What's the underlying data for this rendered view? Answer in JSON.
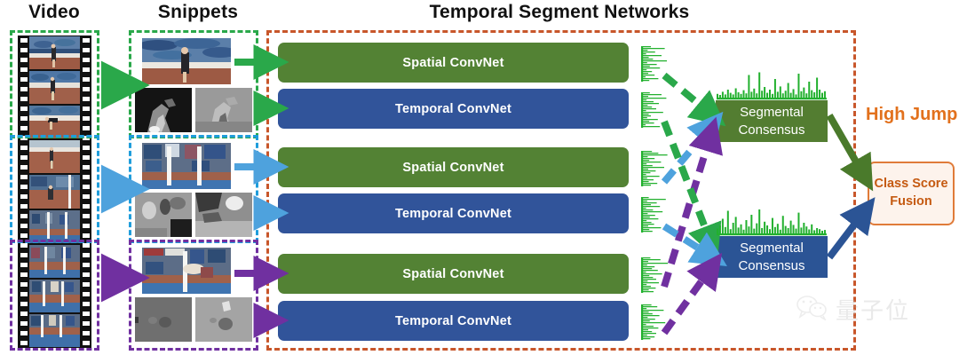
{
  "figure": {
    "titles": {
      "video": "Video",
      "snippets": "Snippets",
      "network": "Temporal Segment Networks"
    },
    "prediction_label": "High Jump",
    "fusion_box": "Class Score\nFusion",
    "fusion_line1": "Class Score",
    "fusion_line2": "Fusion"
  },
  "colors": {
    "segment_green": "#2aa84a",
    "segment_blue": "#1f9ddb",
    "segment_purple": "#7030a0",
    "spatial_convnet": "#538234",
    "temporal_convnet": "#31549a",
    "consensus_green": "#537d31",
    "consensus_blue": "#2b5495",
    "frame_orange": "#c8562a",
    "fusion_border": "#e07b39",
    "fusion_text": "#c55a11",
    "prediction_text": "#e2711d",
    "histogram_green": "#22b02e"
  },
  "segments": [
    {
      "id": "segment-1",
      "color_name": "green",
      "snippet_rgb_alt": "athlete running on track, RGB frame",
      "snippet_flow_alt": [
        "optical flow x",
        "optical flow y"
      ],
      "streams": [
        {
          "name": "spatial",
          "label": "Spatial ConvNet"
        },
        {
          "name": "temporal",
          "label": "Temporal ConvNet"
        }
      ]
    },
    {
      "id": "segment-2",
      "color_name": "blue",
      "snippet_rgb_alt": "athlete approaching high-jump bar, RGB frame",
      "snippet_flow_alt": [
        "optical flow x",
        "optical flow y"
      ],
      "streams": [
        {
          "name": "spatial",
          "label": "Spatial ConvNet"
        },
        {
          "name": "temporal",
          "label": "Temporal ConvNet"
        }
      ]
    },
    {
      "id": "segment-3",
      "color_name": "purple",
      "snippet_rgb_alt": "athlete clearing the bar, RGB frame",
      "snippet_flow_alt": [
        "optical flow x",
        "optical flow y"
      ],
      "streams": [
        {
          "name": "spatial",
          "label": "Spatial ConvNet"
        },
        {
          "name": "temporal",
          "label": "Temporal ConvNet"
        }
      ]
    }
  ],
  "consensus": [
    {
      "id": "consensus-spatial",
      "line1": "Segmental",
      "line2": "Consensus",
      "color_name": "green"
    },
    {
      "id": "consensus-temporal",
      "line1": "Segmental",
      "line2": "Consensus",
      "color_name": "blue"
    }
  ],
  "chart_data": {
    "type": "bar",
    "title": "class score histograms",
    "xlabel": "",
    "ylabel": "",
    "ylim": [
      0,
      1
    ],
    "grid": false,
    "legend": "none",
    "per_stream_scores": [
      {
        "name": "segment-1-spatial",
        "values": [
          0.3,
          0.82,
          0.18,
          0.46,
          0.12,
          0.7,
          0.22,
          0.38,
          0.9,
          0.16,
          0.52,
          0.26,
          0.64,
          0.14,
          0.34,
          0.2,
          0.44,
          0.1,
          0.58,
          0.24
        ]
      },
      {
        "name": "segment-1-temporal",
        "values": [
          0.26,
          0.7,
          0.2,
          0.88,
          0.14,
          0.4,
          0.6,
          0.18,
          0.34,
          0.5,
          0.12,
          0.76,
          0.22,
          0.3,
          0.16,
          0.56,
          0.24,
          0.42,
          0.1,
          0.64
        ]
      },
      {
        "name": "segment-2-spatial",
        "values": [
          0.34,
          0.58,
          0.92,
          0.18,
          0.44,
          0.24,
          0.68,
          0.14,
          0.36,
          0.8,
          0.2,
          0.48,
          0.28,
          0.12,
          0.62,
          0.16,
          0.4,
          0.22,
          0.54,
          0.3
        ]
      },
      {
        "name": "segment-2-temporal",
        "values": [
          0.22,
          0.86,
          0.16,
          0.52,
          0.3,
          0.64,
          0.12,
          0.38,
          0.74,
          0.18,
          0.46,
          0.26,
          0.58,
          0.14,
          0.32,
          0.42,
          0.2,
          0.68,
          0.24,
          0.36
        ]
      },
      {
        "name": "segment-3-spatial",
        "values": [
          0.28,
          0.66,
          0.2,
          0.94,
          0.16,
          0.44,
          0.34,
          0.56,
          0.12,
          0.72,
          0.24,
          0.38,
          0.5,
          0.18,
          0.6,
          0.14,
          0.3,
          0.48,
          0.22,
          0.4
        ]
      },
      {
        "name": "segment-3-temporal",
        "values": [
          0.32,
          0.54,
          0.14,
          0.78,
          0.22,
          0.36,
          0.62,
          0.18,
          0.46,
          0.26,
          0.84,
          0.12,
          0.4,
          0.58,
          0.2,
          0.34,
          0.5,
          0.16,
          0.44,
          0.28
        ]
      }
    ],
    "consensus_scores": [
      {
        "name": "consensus-spatial",
        "values": [
          0.14,
          0.1,
          0.22,
          0.12,
          0.3,
          0.18,
          0.12,
          0.35,
          0.2,
          0.14,
          0.28,
          0.16,
          0.85,
          0.22,
          0.34,
          0.16,
          0.95,
          0.26,
          0.4,
          0.18,
          0.3,
          0.14,
          0.7,
          0.22,
          0.42,
          0.16,
          0.26,
          0.55,
          0.18,
          0.32,
          0.12,
          0.9,
          0.24,
          0.38,
          0.16,
          0.6,
          0.28,
          0.2,
          0.75,
          0.3,
          0.18,
          0.24
        ]
      },
      {
        "name": "consensus-temporal",
        "values": [
          0.18,
          0.3,
          0.55,
          0.24,
          0.85,
          0.16,
          0.4,
          0.62,
          0.22,
          0.34,
          0.14,
          0.5,
          0.26,
          0.7,
          0.18,
          0.38,
          0.9,
          0.2,
          0.44,
          0.3,
          0.16,
          0.58,
          0.24,
          0.36,
          0.14,
          0.66,
          0.28,
          0.2,
          0.48,
          0.32,
          0.18,
          0.78,
          0.22,
          0.4,
          0.26,
          0.15,
          0.34,
          0.12,
          0.2,
          0.16,
          0.1,
          0.13
        ]
      }
    ]
  },
  "watermark": {
    "text": "量子位",
    "icon": "wechat-icon"
  }
}
